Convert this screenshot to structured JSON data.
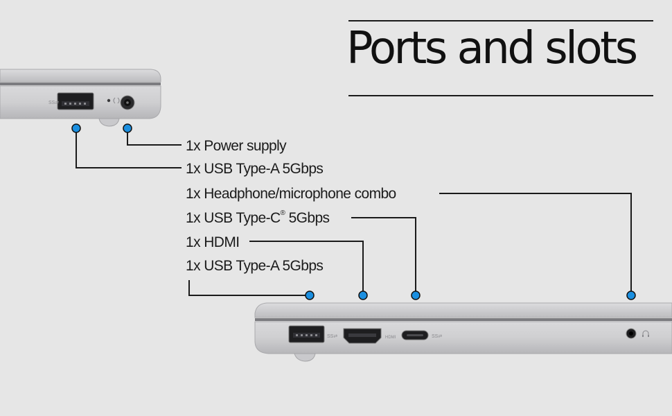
{
  "title": "Ports and slots",
  "ports": [
    {
      "label": "1x Power supply"
    },
    {
      "label": "1x USB Type-A 5Gbps"
    },
    {
      "label": "1x Headphone/microphone combo"
    },
    {
      "label": "1x USB Type-C",
      "sup": "®",
      "suffix": " 5Gbps"
    },
    {
      "label": "1x HDMI"
    },
    {
      "label": "1x USB Type-A 5Gbps"
    }
  ],
  "port_markings": {
    "usb_ss": "SS⇄",
    "hdmi": "HDMI"
  },
  "colors": {
    "background": "#e6e6e6",
    "callout_dot": "#1b8fe0",
    "line": "#1a1a1a",
    "chassis": "#cfcfd1"
  },
  "icons": {
    "power_led": "power-led-icon",
    "headphone": "headphone-icon"
  }
}
